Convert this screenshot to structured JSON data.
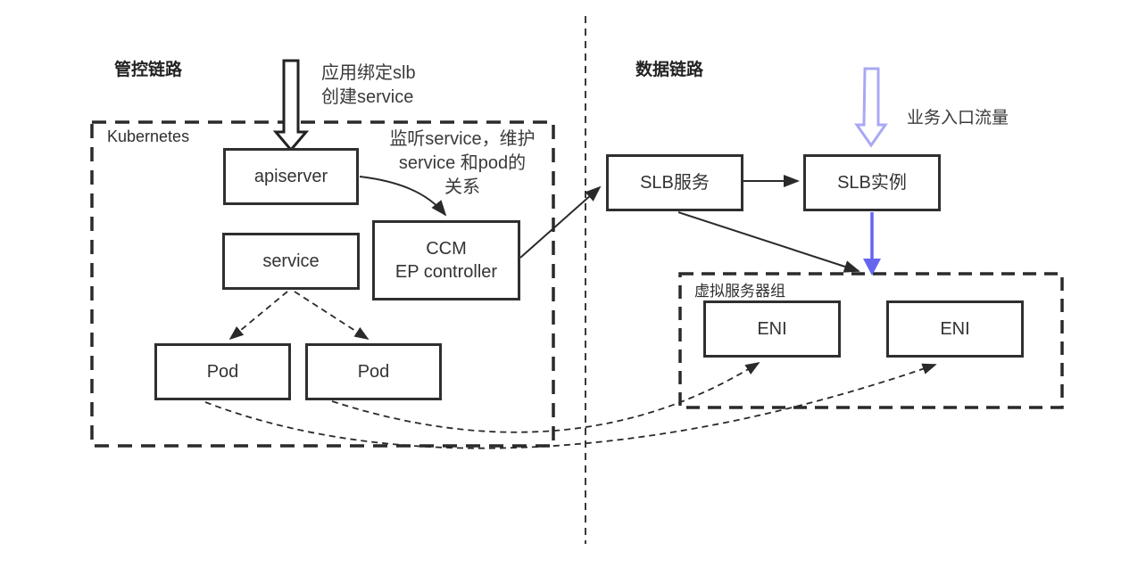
{
  "headings": {
    "control_link": "管控链路",
    "data_link": "数据链路"
  },
  "groups": {
    "kubernetes": "Kubernetes",
    "virtual_server_group": "虚拟服务器组"
  },
  "nodes": {
    "apiserver": "apiserver",
    "service": "service",
    "pod1": "Pod",
    "pod2": "Pod",
    "ccm_line1": "CCM",
    "ccm_line2": "EP controller",
    "slb_service": "SLB服务",
    "slb_instance": "SLB实例",
    "eni1": "ENI",
    "eni2": "ENI"
  },
  "annotations": {
    "bind_slb_line1": "应用绑定slb",
    "bind_slb_line2": "创建service",
    "watch_line1": "监听service，维护",
    "watch_line2": "service 和pod的",
    "watch_line3": "关系",
    "ingress_traffic": "业务入口流量"
  },
  "edges": [
    {
      "from": "app",
      "to": "apiserver",
      "style": "block-arrow-outline-black"
    },
    {
      "from": "apiserver",
      "to": "ccm",
      "style": "solid-curve"
    },
    {
      "from": "ccm",
      "to": "slb_service",
      "style": "solid"
    },
    {
      "from": "slb_service",
      "to": "slb_instance",
      "style": "solid"
    },
    {
      "from": "slb_service",
      "to": "virtual_server_group",
      "style": "solid"
    },
    {
      "from": "ingress",
      "to": "slb_instance",
      "style": "block-arrow-outline-purple"
    },
    {
      "from": "slb_instance",
      "to": "virtual_server_group",
      "style": "solid-blue"
    },
    {
      "from": "service",
      "to": "pod1",
      "style": "dashed"
    },
    {
      "from": "service",
      "to": "pod2",
      "style": "dashed"
    },
    {
      "from": "pod1",
      "to": "eni2",
      "style": "dashed-curve"
    },
    {
      "from": "pod2",
      "to": "eni1",
      "style": "dashed-curve"
    }
  ],
  "colors": {
    "stroke": "#2f2f2f",
    "accent_blue": "#6565ee",
    "accent_blue_light": "#a8a8f4"
  }
}
